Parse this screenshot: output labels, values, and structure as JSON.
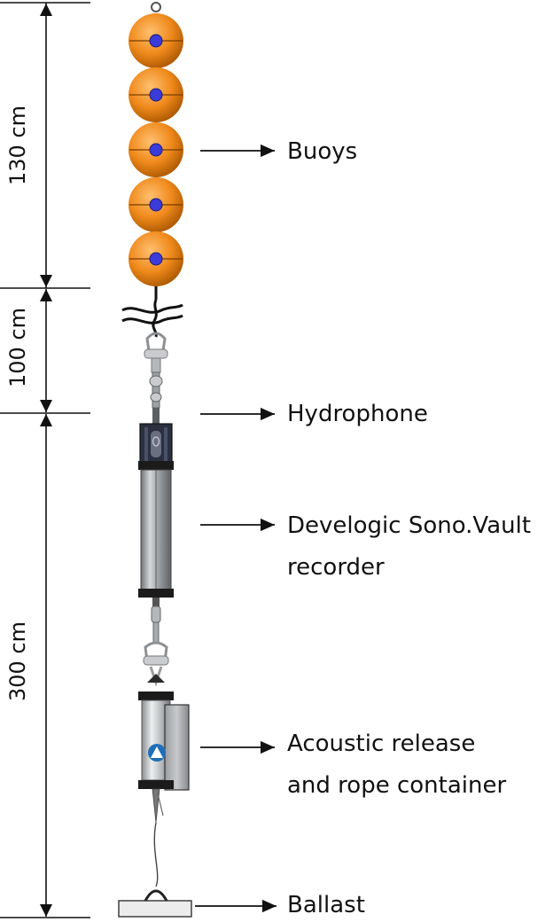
{
  "dimensions": {
    "top": "130 cm",
    "middle": "100 cm",
    "bottom": "300 cm"
  },
  "labels": {
    "buoys": "Buoys",
    "hydrophone": "Hydrophone",
    "recorder_line1": "Develogic Sono.Vault",
    "recorder_line2": "recorder",
    "release_line1": "Acoustic release",
    "release_line2": "and rope container",
    "ballast": "Ballast"
  },
  "colors": {
    "buoy": "#f08a1c",
    "buoy_dark": "#b8600a",
    "buoy_center": "#3b3bd9",
    "metal": "#b9bcc0",
    "line": "#111111"
  }
}
